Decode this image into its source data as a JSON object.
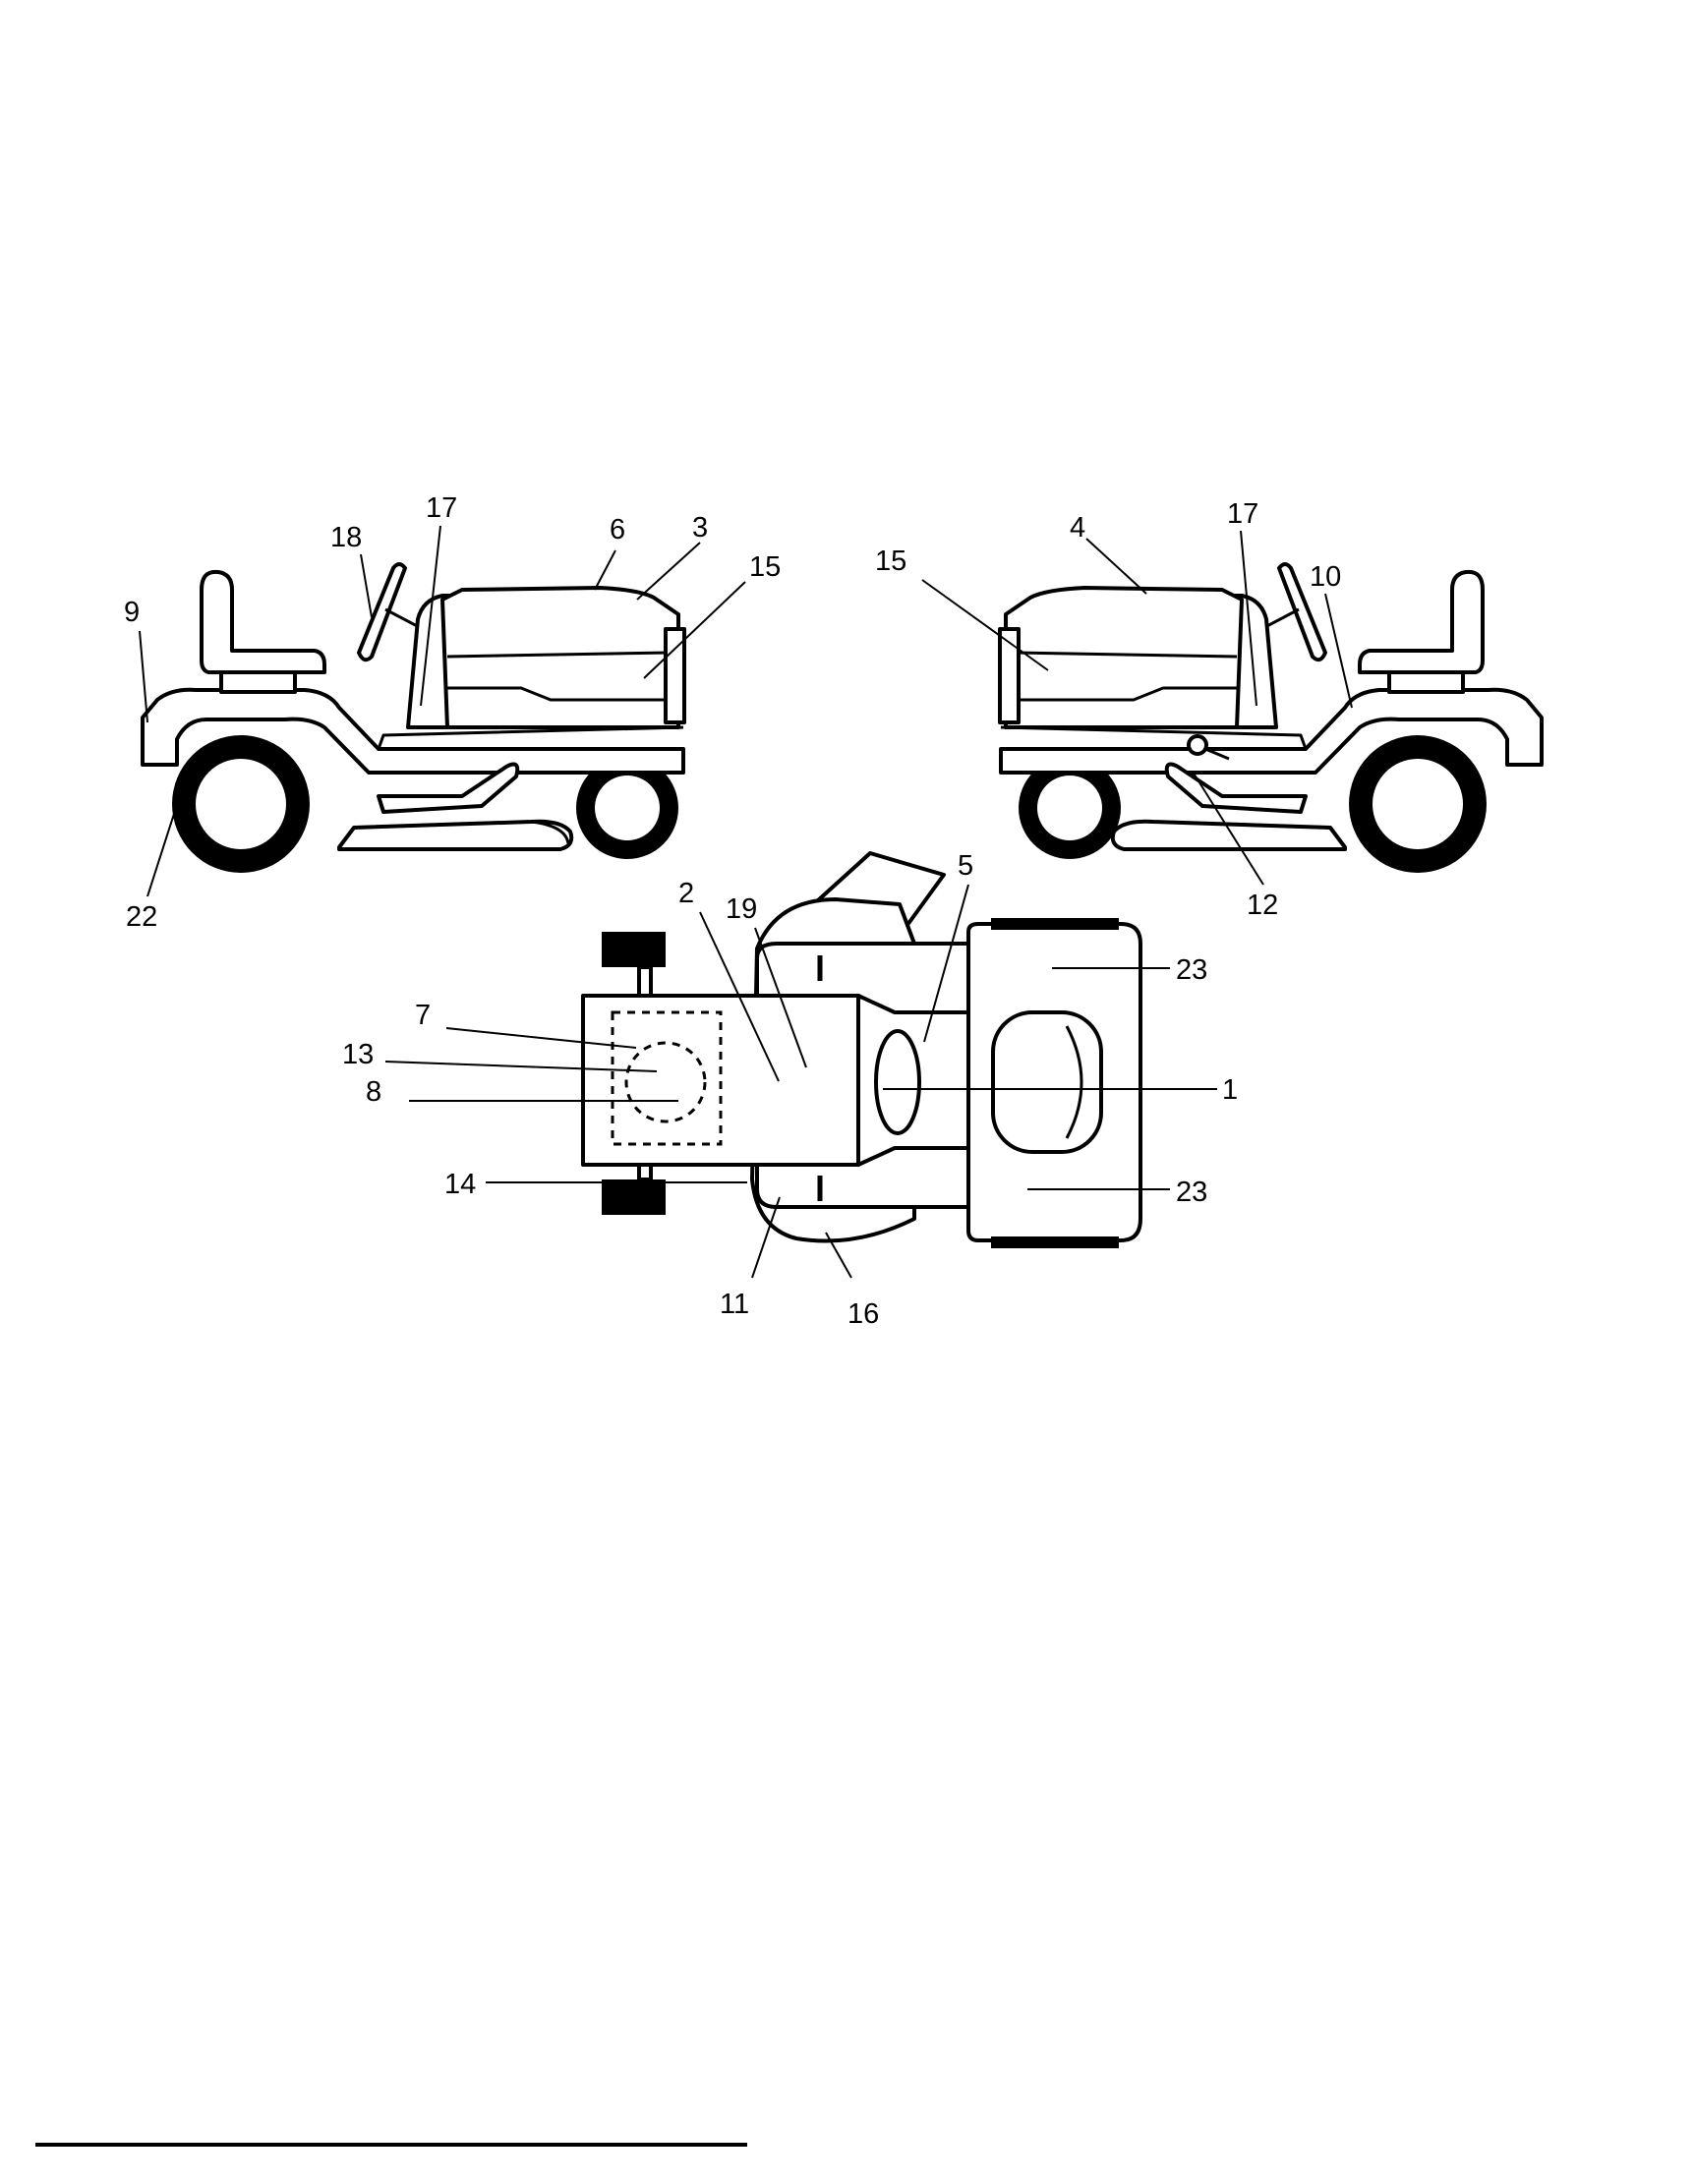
{
  "diagram": {
    "left_view_labels": [
      "9",
      "18",
      "17",
      "6",
      "3",
      "15",
      "22"
    ],
    "right_view_labels": [
      "15",
      "4",
      "17",
      "10",
      "12"
    ],
    "top_view_labels": [
      "2",
      "19",
      "5",
      "23",
      "7",
      "13",
      "8",
      "1",
      "14",
      "23",
      "11",
      "16"
    ]
  },
  "colors": {
    "line": "#000000",
    "background": "#ffffff"
  }
}
